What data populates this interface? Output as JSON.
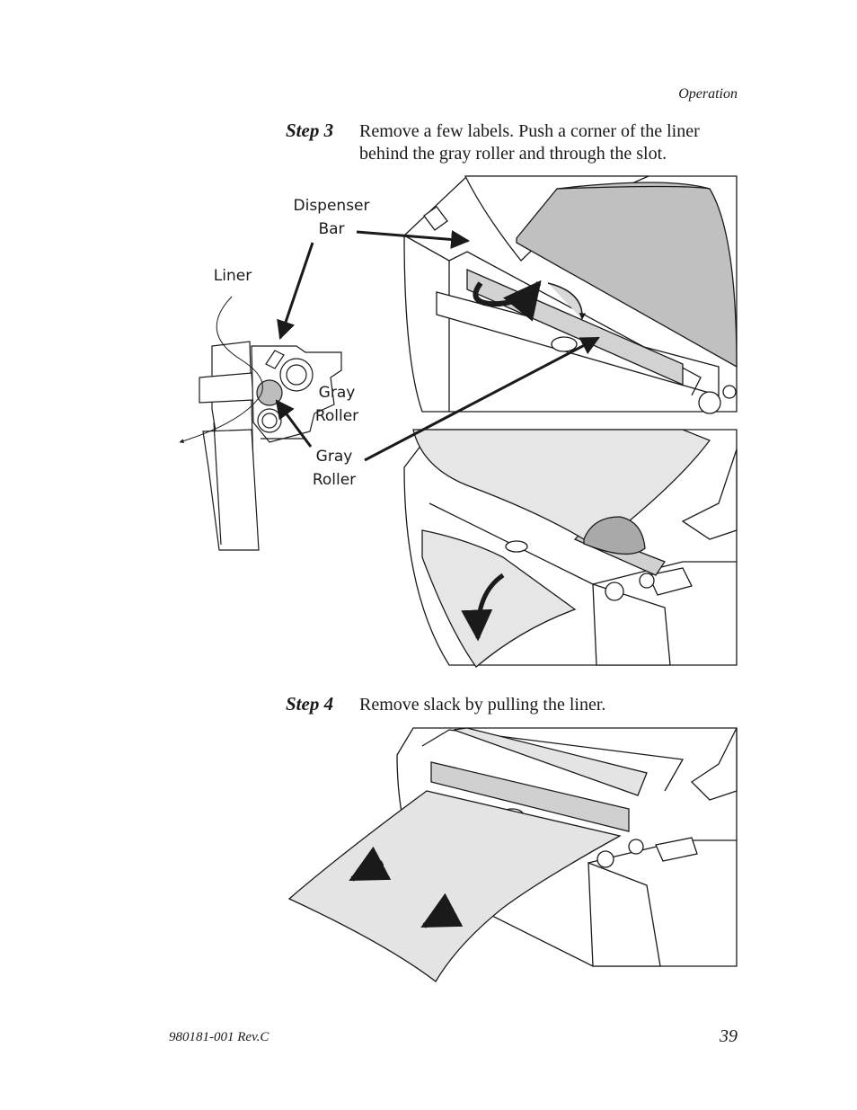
{
  "header": {
    "section": "Operation"
  },
  "step3": {
    "label": "Step 3",
    "line1": "Remove a few labels.  Push a corner of the liner",
    "line2": "behind the gray roller and through the slot."
  },
  "callouts": {
    "dispenser_line1": "Dispenser",
    "dispenser_line2": "Bar",
    "liner": "Liner",
    "gray_roller_a_line1": "Gray",
    "gray_roller_a_line2": "Roller",
    "gray_roller_b_line1": "Gray",
    "gray_roller_b_line2": "Roller"
  },
  "step4": {
    "label": "Step 4",
    "text": "Remove slack by pulling the liner."
  },
  "footer": {
    "doc_number": "980181-001 Rev.C",
    "page_number": "39"
  },
  "colors": {
    "liner_gray": "#c8c8c8",
    "dark_gray": "#9a9a9a",
    "ink": "#1a1a1a"
  }
}
